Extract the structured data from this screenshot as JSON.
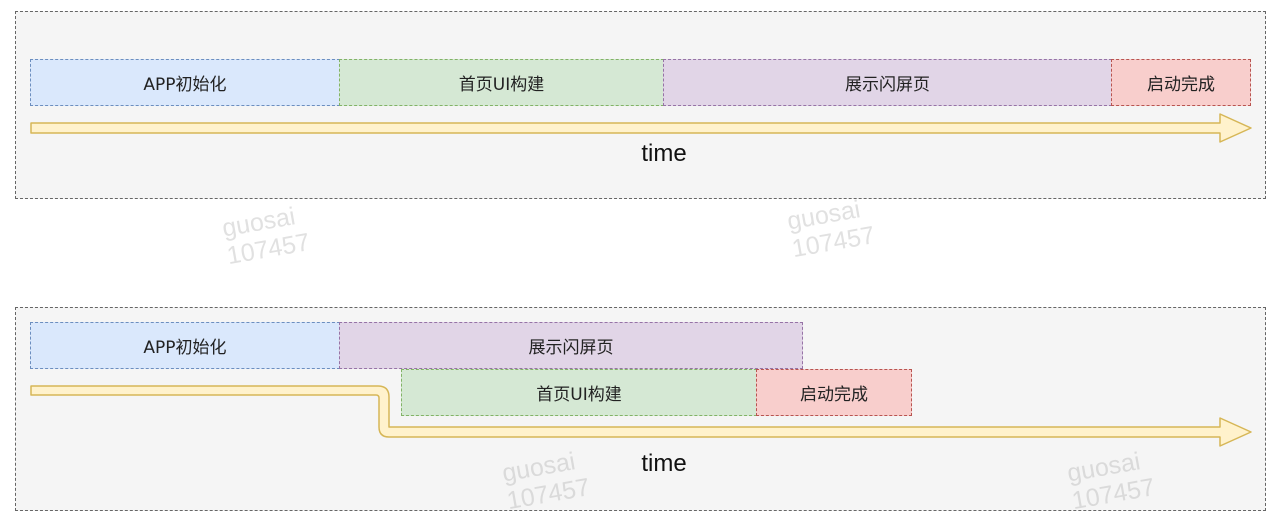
{
  "diagrams": [
    {
      "phases": [
        {
          "label": "APP初始化"
        },
        {
          "label": "首页UI构建"
        },
        {
          "label": "展示闪屏页"
        },
        {
          "label": "启动完成"
        }
      ],
      "axis_label": "time"
    },
    {
      "phases": [
        {
          "label": "APP初始化"
        },
        {
          "label": "展示闪屏页"
        },
        {
          "label": "首页UI构建"
        },
        {
          "label": "启动完成"
        }
      ],
      "axis_label": "time"
    }
  ],
  "colors": {
    "blue_fill": "#dae8fc",
    "green_fill": "#d5e8d4",
    "purple_fill": "#e1d5e7",
    "red_fill": "#f8cecc",
    "arrow_fill": "#fff2cc",
    "arrow_stroke": "#d6b656"
  },
  "watermark": {
    "line1": "guosai",
    "line2": "107457"
  }
}
